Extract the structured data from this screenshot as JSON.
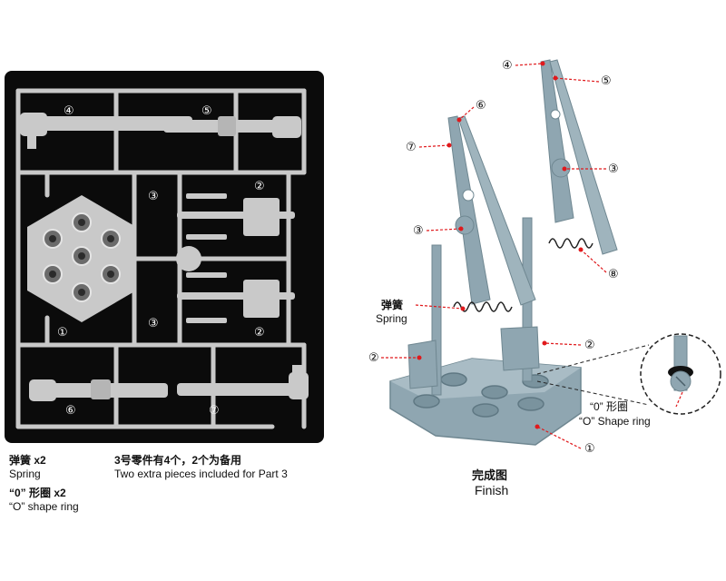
{
  "sprue_labels": {
    "part4": "④",
    "part5": "⑤",
    "part2a": "②",
    "part3a": "③",
    "part3b": "③",
    "part2b": "②",
    "part1": "①",
    "part6": "⑥",
    "part7": "⑦"
  },
  "finish_labels": {
    "part4": "④",
    "part5": "⑤",
    "part6": "⑥",
    "part7": "⑦",
    "part3a": "③",
    "part3b": "③",
    "part8": "⑧",
    "part2a": "②",
    "part2b": "②",
    "part1": "①",
    "spring_cn": "弹簧",
    "spring_en": "Spring",
    "oring_cn": "“0” 形圈",
    "oring_en": "“O” Shape ring"
  },
  "notes": {
    "spring_line1": "弹簧    x2",
    "spring_line2": "Spring",
    "oring_line1": "“0” 形圈    x2",
    "oring_line2": "“O” shape ring",
    "extra_cn": "3号零件有4个，2个为备用",
    "extra_en": "Two extra pieces included  for Part 3"
  },
  "finish_caption": {
    "cn": "完成图",
    "en": "Finish"
  },
  "colors": {
    "panel": "#0b0b0b",
    "plastic": "#c9c9c9",
    "model": "#8fa6b1",
    "leader": "#e0191c"
  }
}
